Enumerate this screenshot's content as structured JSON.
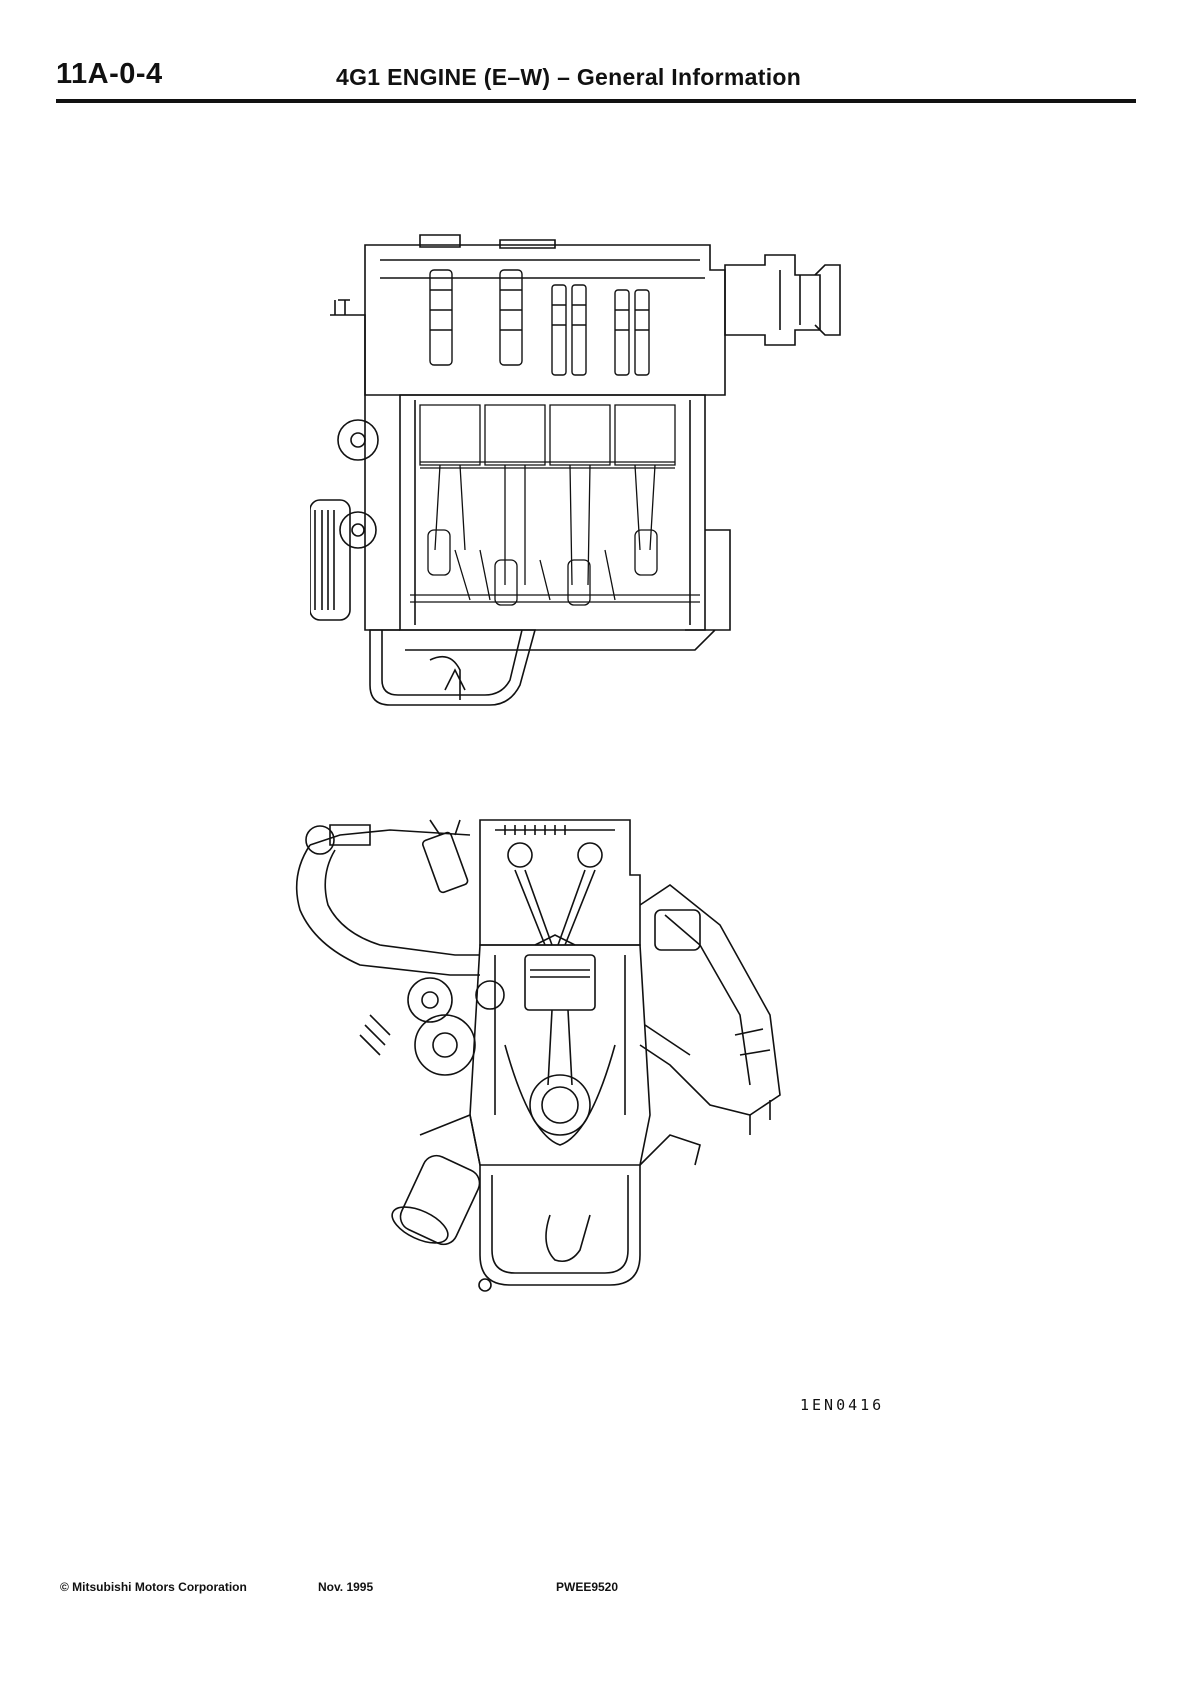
{
  "header": {
    "page_number": "11A-0-4",
    "title": "4G1 ENGINE (E–W) – General Information"
  },
  "figure": {
    "code": "1EN0416"
  },
  "footer": {
    "copyright": "© Mitsubishi Motors Corporation",
    "date": "Nov. 1995",
    "doc_code": "PWEE9520"
  }
}
